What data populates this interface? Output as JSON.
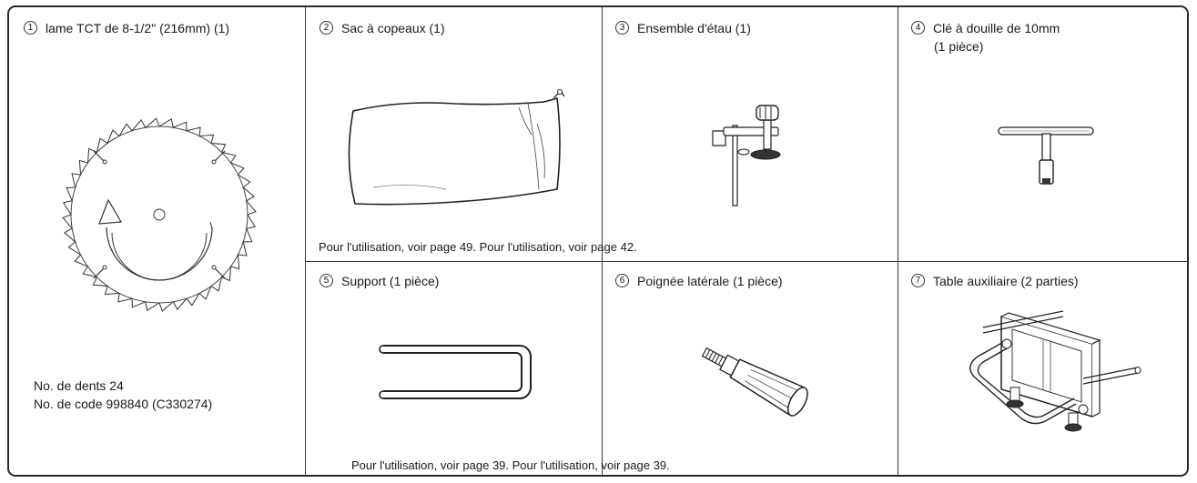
{
  "items": [
    {
      "num": "1",
      "label": "lame TCT de 8-1/2\" (216mm) (1)"
    },
    {
      "num": "2",
      "label": "Sac à copeaux (1)"
    },
    {
      "num": "3",
      "label": "Ensemble d'étau (1)"
    },
    {
      "num": "4",
      "label": "Clé à douille de 10mm",
      "sub": "(1 pièce)"
    },
    {
      "num": "5",
      "label": "Support (1 pièce)"
    },
    {
      "num": "6",
      "label": "Poignée latérale (1 pièce)"
    },
    {
      "num": "7",
      "label": "Table auxiliaire (2 parties)"
    }
  ],
  "blade_info": {
    "teeth": "No. de dents 24",
    "code": "No. de code 998840 (C330274)"
  },
  "notes": {
    "top": "Pour l'utilisation, voir page 49. Pour l'utilisation, voir page 42.",
    "bottom": "Pour l'utilisation, voir page 39. Pour l'utilisation, voir page 39."
  }
}
